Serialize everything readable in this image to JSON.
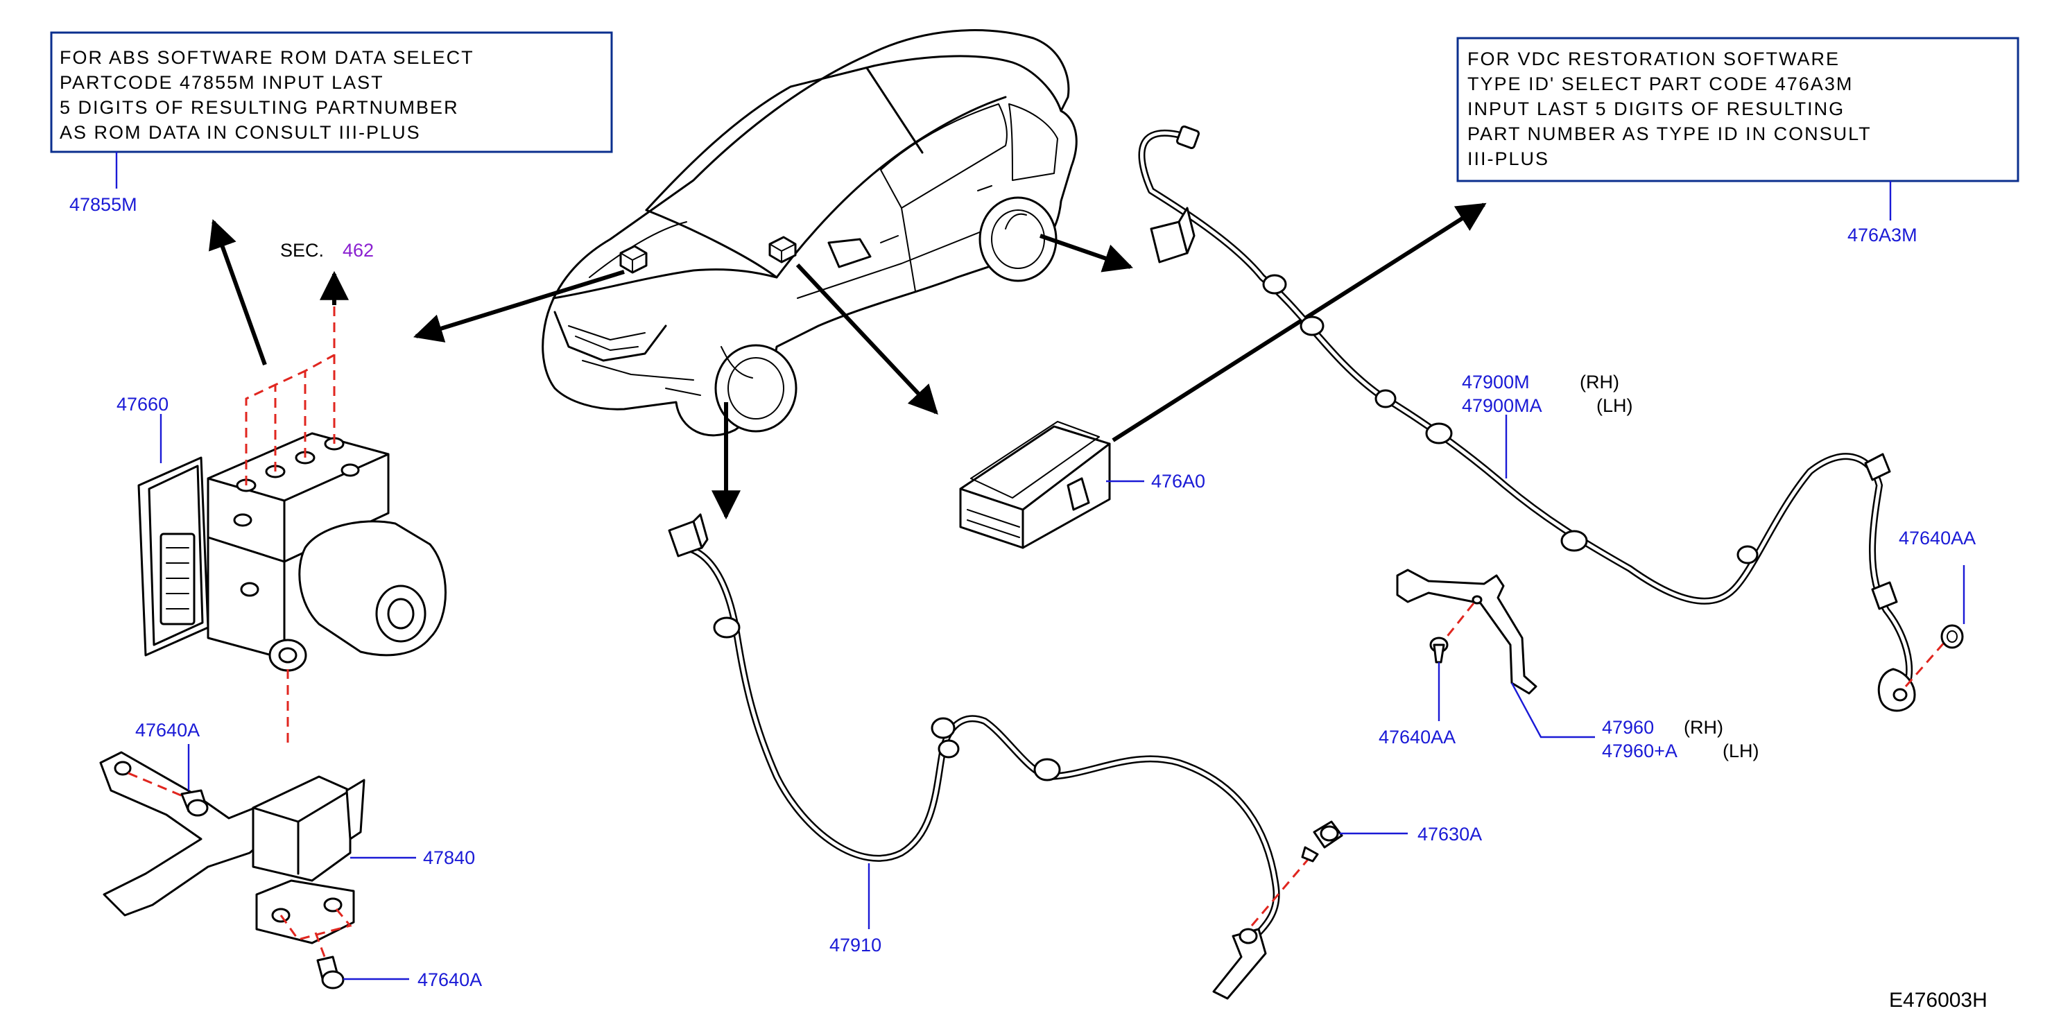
{
  "notes": {
    "abs": [
      "FOR  ABS  SOFTWARE  ROM  DATA  SELECT",
      "PARTCODE  47855M  INPUT  LAST",
      "5  DIGITS  OF  RESULTING  PARTNUMBER",
      "AS  ROM  DATA  IN  CONSULT  III-PLUS"
    ],
    "vdc": [
      "FOR  VDC  RESTORATION  SOFTWARE",
      "TYPE  ID'  SELECT  PART  CODE  476A3M",
      "INPUT  LAST  5  DIGITS  OF  RESULTING",
      "PART  NUMBER  AS  TYPE  ID  IN  CONSULT",
      "III-PLUS"
    ]
  },
  "section_ref": {
    "prefix": "SEC.",
    "number": "462"
  },
  "callouts": {
    "c47855M": "47855M",
    "c476A3M": "476A3M",
    "c47660": "47660",
    "c476A0": "476A0",
    "c47900M": "47900M",
    "c47900M_side": "(RH)",
    "c47900MA": "47900MA",
    "c47900MA_side": "(LH)",
    "c47640AA_right": "47640AA",
    "c47640A_top": "47640A",
    "c47840": "47840",
    "c47640A_bottom": "47640A",
    "c47910": "47910",
    "c47630A": "47630A",
    "c47640AA_mid": "47640AA",
    "c47960": "47960",
    "c47960_side": "(RH)",
    "c47960A": "47960+A",
    "c47960A_side": "(LH)"
  },
  "diagram_id": "E476003H",
  "colors": {
    "callout_text": "#1a1ad6",
    "note_border": "#0b2f8e",
    "centerline": "#e0261f",
    "section_number": "#8a1fd0"
  }
}
